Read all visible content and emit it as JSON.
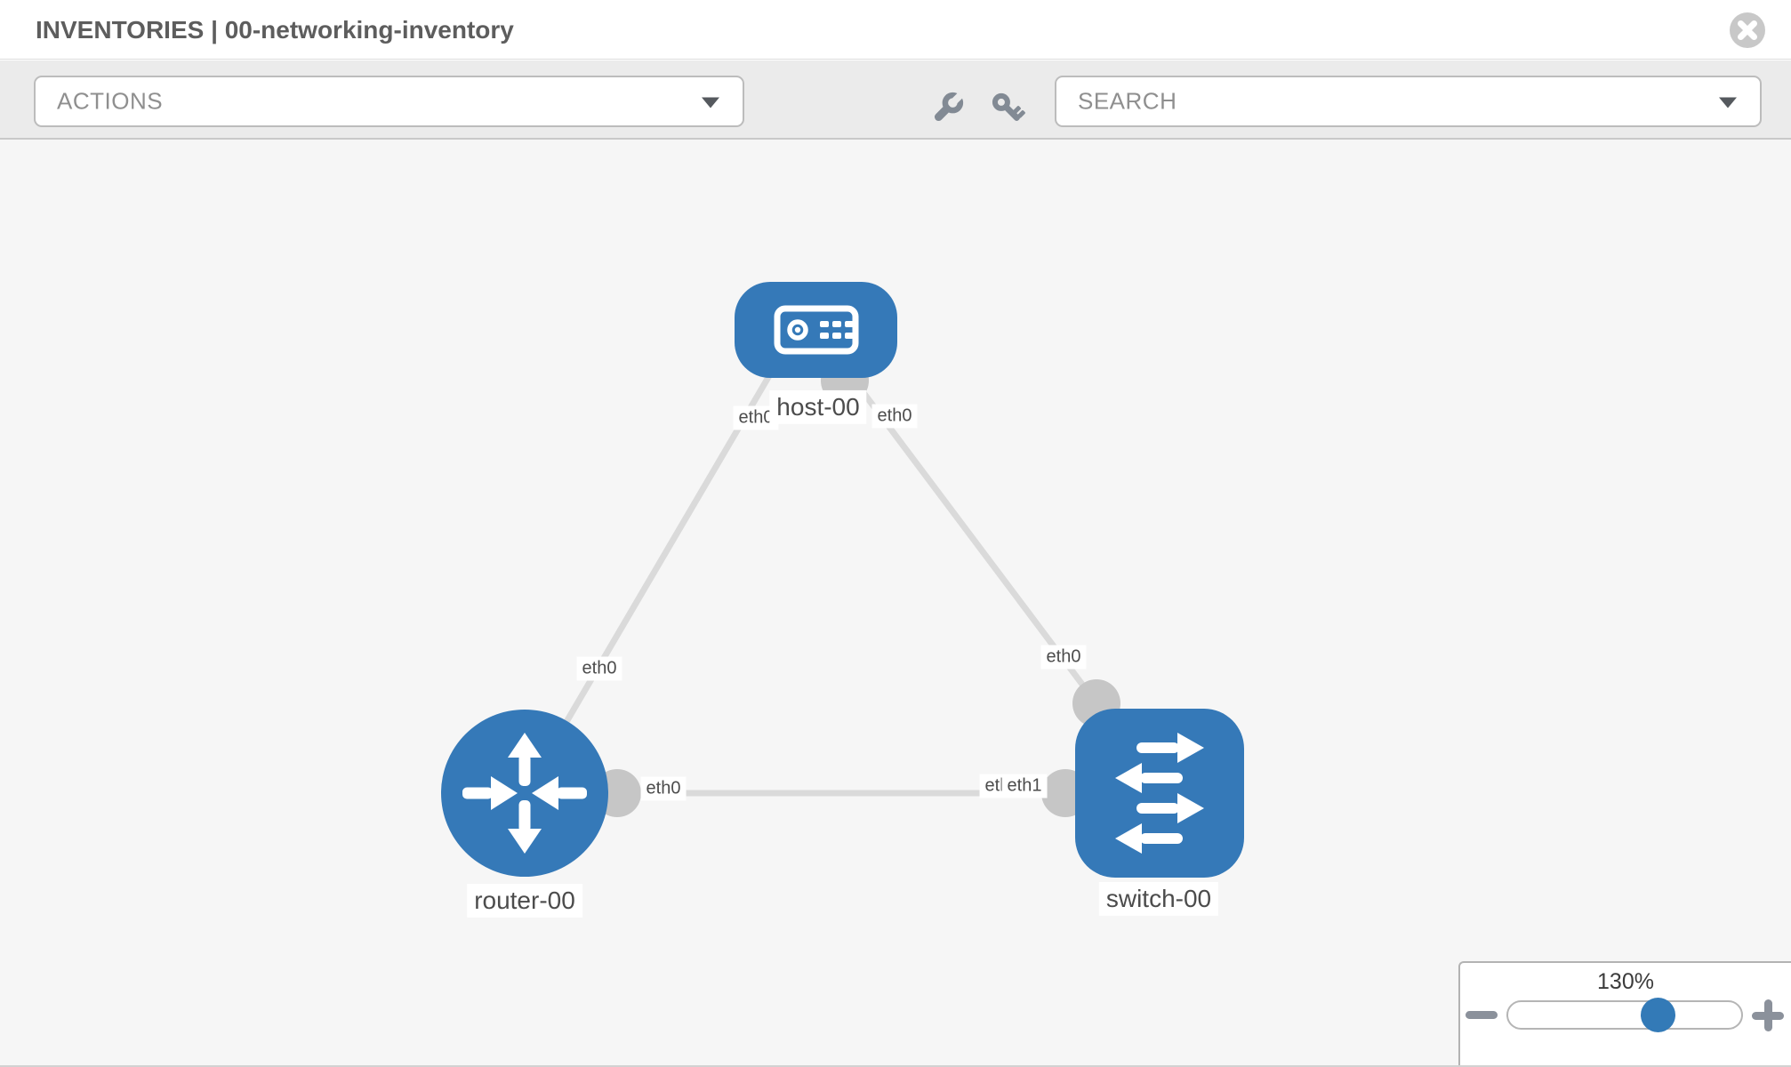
{
  "header": {
    "title": "INVENTORIES | 00-networking-inventory"
  },
  "toolbar": {
    "actions_label": "ACTIONS",
    "search_label": "SEARCH"
  },
  "topology": {
    "nodes": [
      {
        "label": "host-00",
        "type": "host"
      },
      {
        "label": "router-00",
        "type": "router"
      },
      {
        "label": "switch-00",
        "type": "switch"
      }
    ],
    "links": [
      {
        "source": "host-00",
        "source_interface": "eth0",
        "target": "router-00",
        "target_interface": "eth0"
      },
      {
        "source": "host-00",
        "source_interface": "eth0",
        "target": "switch-00",
        "target_interface": "eth0"
      },
      {
        "source": "router-00",
        "source_interface": "eth0",
        "target": "switch-00",
        "target_interfaces": [
          "eth0",
          "eth1"
        ]
      }
    ]
  },
  "zoom_control": {
    "level": "130%",
    "percent": 130
  },
  "icons": {
    "close": "x-in-circle",
    "wrench": "wrench",
    "key": "key",
    "actions_caret": "caret-down",
    "search_caret": "caret-down",
    "zoom_out": "minus",
    "zoom_in": "plus"
  },
  "colors": {
    "node_fill": "#3579b8",
    "link": "#dadada",
    "interface_port": "#c6c6c6",
    "toolbar_icon": "#828a94",
    "slider_thumb": "#337ab7",
    "canvas_bg": "#f6f6f6",
    "toolbar_bg": "#ebebeb"
  }
}
